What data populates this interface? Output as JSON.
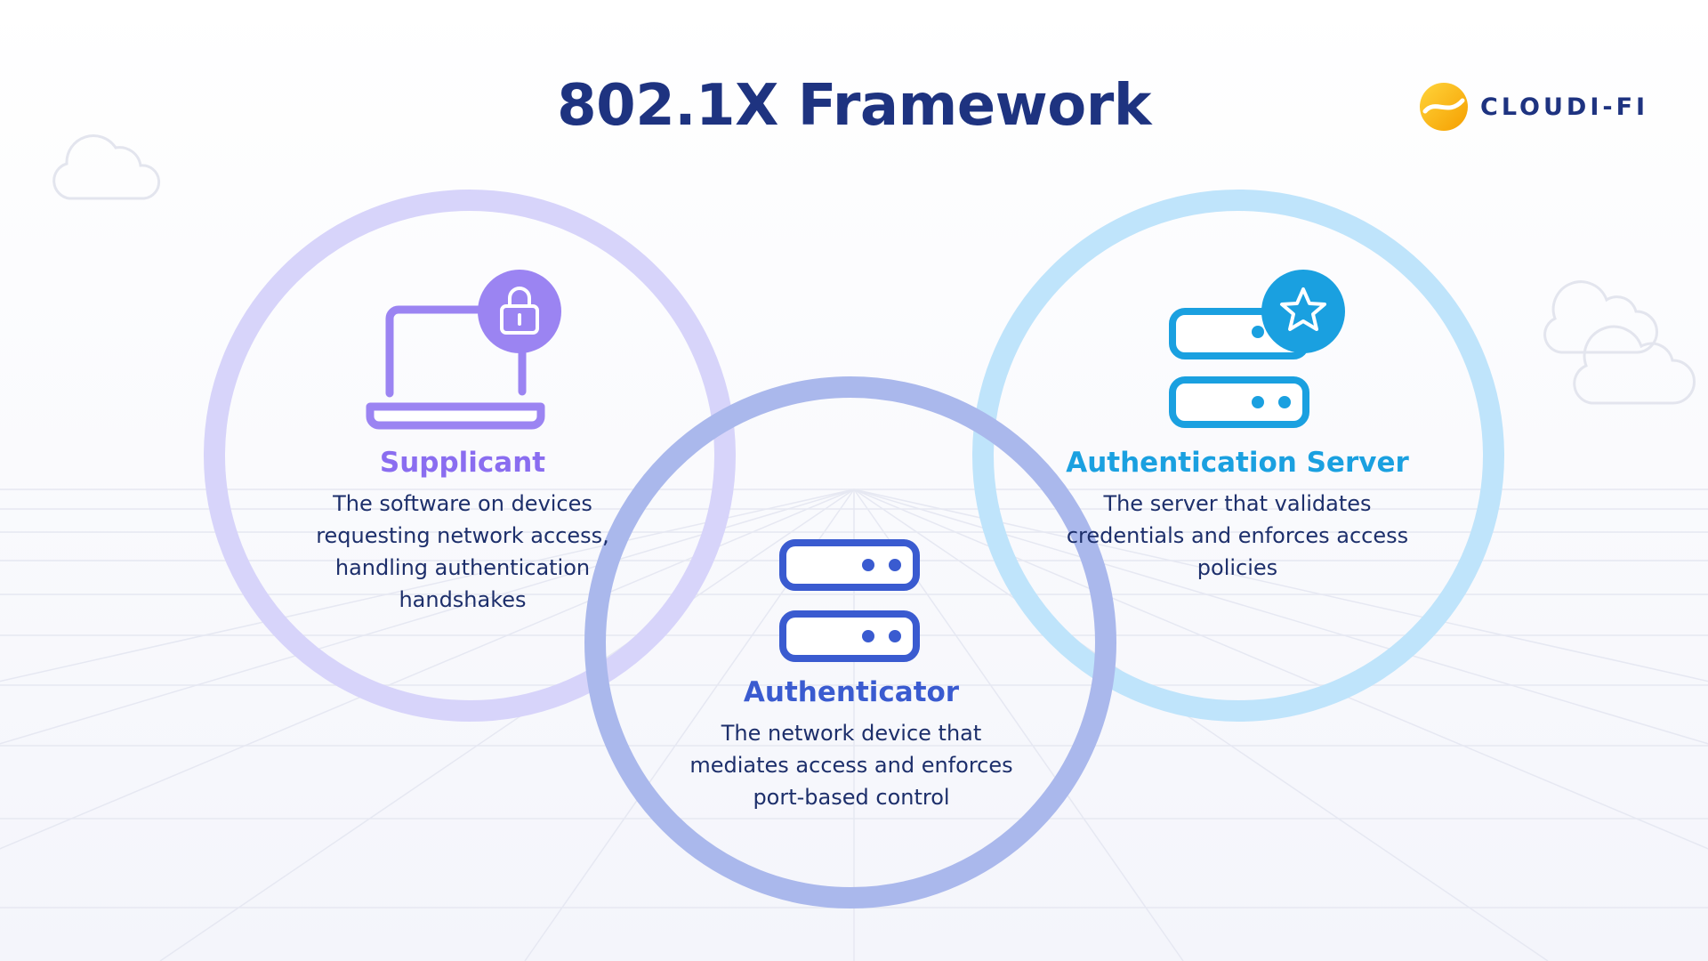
{
  "title": "802.1X Framework",
  "logo": {
    "text": "CLOUDI-FI"
  },
  "nodes": {
    "supplicant": {
      "title": "Supplicant",
      "description": "The software on devices requesting network access, handling authentication handshakes",
      "icon": "laptop-lock-icon"
    },
    "authenticator": {
      "title": "Authenticator",
      "description": "The network device that mediates access and enforces port-based control",
      "icon": "network-device-icon"
    },
    "authentication_server": {
      "title": "Authentication Server",
      "description": "The server that validates credentials and enforces access policies",
      "icon": "server-star-icon"
    }
  },
  "colors": {
    "title": "#1e3380",
    "supplicant": "#8a6df0",
    "supplicant_ring": "#d7d4fa",
    "authenticator": "#3a5bd0",
    "authenticator_ring": "#aab8ec",
    "server": "#1aa0e0",
    "server_ring": "#bfe4fb",
    "description": "#1d2f6b",
    "logo_accent": "#f7b500"
  }
}
